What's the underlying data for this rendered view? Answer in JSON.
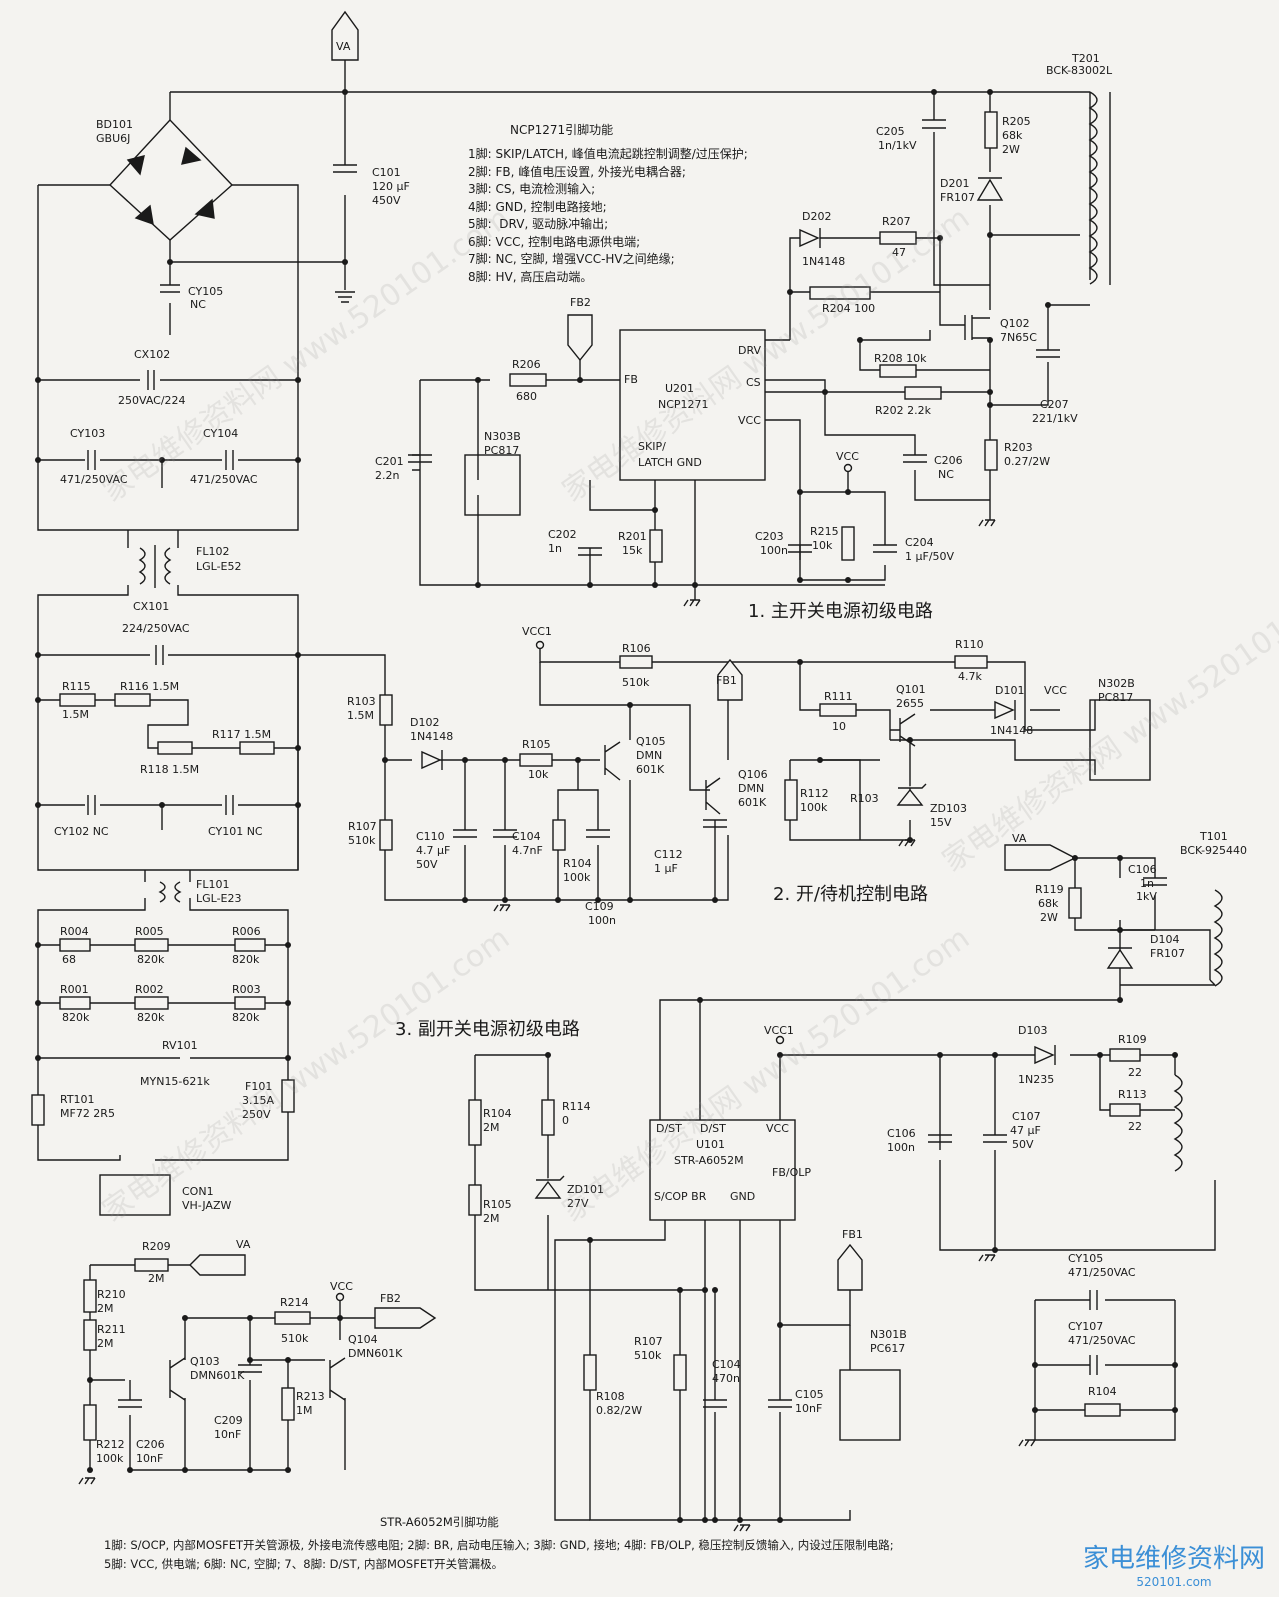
{
  "sections": {
    "s1": "1. 主开关电源初级电路",
    "s2": "2. 开/待机控制电路",
    "s3": "3. 副开关电源初级电路"
  },
  "ncp_title": "NCP1271引脚功能",
  "ncp_pins": [
    "1脚: SKIP/LATCH, 峰值电流起跳控制调整/过压保护;",
    "2脚: FB, 峰值电压设置, 外接光电耦合器;",
    "3脚: CS, 电流检测输入;",
    "4脚: GND, 控制电路接地;",
    "5脚:  DRV, 驱动脉冲输出;",
    "6脚: VCC, 控制电路电源供电端;",
    "7脚: NC, 空脚, 增强VCC-HV之间绝缘;",
    "8脚: HV, 高压启动端。"
  ],
  "str_title": "STR-A6052M引脚功能",
  "str_pins": [
    "1脚: S/OCP, 内部MOSFET开关管源极, 外接电流传感电阻; 2脚: BR, 启动电压输入; 3脚: GND, 接地; 4脚: FB/OLP, 稳压控制反馈输入, 内设过压限制电路;",
    "5脚: VCC, 供电端; 6脚: NC, 空脚; 7、8脚: D/ST, 内部MOSFET开关管漏极。"
  ],
  "watermark": "家电维修资料网 www.520101.com",
  "logo": {
    "text": "家电维修资料网",
    "url": "520101.com"
  },
  "labels": [
    {
      "id": "va-top",
      "t": "VA"
    },
    {
      "id": "t201",
      "t": "T201"
    },
    {
      "id": "t201b",
      "t": "BCK-83002L"
    },
    {
      "id": "bd101",
      "t": "BD101"
    },
    {
      "id": "gbu",
      "t": "GBU6J"
    },
    {
      "id": "c101",
      "t": "C101"
    },
    {
      "id": "c101v",
      "t": "120 μF"
    },
    {
      "id": "c101w",
      "t": "450V"
    },
    {
      "id": "cy105",
      "t": "CY105"
    },
    {
      "id": "cy105n",
      "t": "NC"
    },
    {
      "id": "cx102",
      "t": "CX102"
    },
    {
      "id": "cx102v",
      "t": "250VAC/224"
    },
    {
      "id": "cy103",
      "t": "CY103"
    },
    {
      "id": "cy103v",
      "t": "471/250VAC"
    },
    {
      "id": "cy104",
      "t": "CY104"
    },
    {
      "id": "cy104v",
      "t": "471/250VAC"
    },
    {
      "id": "fl102",
      "t": "FL102"
    },
    {
      "id": "fl102b",
      "t": "LGL-E52"
    },
    {
      "id": "cx101",
      "t": "CX101"
    },
    {
      "id": "cx101v",
      "t": "224/250VAC"
    },
    {
      "id": "r115",
      "t": "R115"
    },
    {
      "id": "r115v",
      "t": "1.5M"
    },
    {
      "id": "r116",
      "t": "R116  1.5M"
    },
    {
      "id": "r117",
      "t": "R117  1.5M"
    },
    {
      "id": "r118",
      "t": "R118  1.5M"
    },
    {
      "id": "cy102",
      "t": "CY102  NC"
    },
    {
      "id": "cy101",
      "t": "CY101  NC"
    },
    {
      "id": "fl101",
      "t": "FL101"
    },
    {
      "id": "fl101b",
      "t": "LGL-E23"
    },
    {
      "id": "r004",
      "t": "R004"
    },
    {
      "id": "r004v",
      "t": "68"
    },
    {
      "id": "r005",
      "t": "R005"
    },
    {
      "id": "r005v",
      "t": "820k"
    },
    {
      "id": "r006",
      "t": "R006"
    },
    {
      "id": "r006v",
      "t": "820k"
    },
    {
      "id": "r001",
      "t": "R001"
    },
    {
      "id": "r001v",
      "t": "820k"
    },
    {
      "id": "r002",
      "t": "R002"
    },
    {
      "id": "r002v",
      "t": "820k"
    },
    {
      "id": "r003",
      "t": "R003"
    },
    {
      "id": "r003v",
      "t": "820k"
    },
    {
      "id": "rv101",
      "t": "RV101"
    },
    {
      "id": "rv101v",
      "t": "MYN15-621k"
    },
    {
      "id": "rt101",
      "t": "RT101"
    },
    {
      "id": "rt101v",
      "t": "MF72 2R5"
    },
    {
      "id": "f101",
      "t": "F101"
    },
    {
      "id": "f101v",
      "t": "3.15A"
    },
    {
      "id": "f101w",
      "t": "250V"
    },
    {
      "id": "con1",
      "t": "CON1"
    },
    {
      "id": "con1v",
      "t": "VH-JAZW"
    },
    {
      "id": "c205",
      "t": "C205"
    },
    {
      "id": "c205v",
      "t": "1n/1kV"
    },
    {
      "id": "r205",
      "t": "R205"
    },
    {
      "id": "r205v",
      "t": "68k"
    },
    {
      "id": "r205w",
      "t": "2W"
    },
    {
      "id": "d201",
      "t": "D201"
    },
    {
      "id": "d201v",
      "t": "FR107"
    },
    {
      "id": "d202",
      "t": "D202"
    },
    {
      "id": "d202v",
      "t": "1N4148"
    },
    {
      "id": "r207",
      "t": "R207"
    },
    {
      "id": "r207v",
      "t": "47"
    },
    {
      "id": "r204",
      "t": "R204  100"
    },
    {
      "id": "q102",
      "t": "Q102"
    },
    {
      "id": "q102v",
      "t": "7N65C"
    },
    {
      "id": "r208",
      "t": "R208  10k"
    },
    {
      "id": "r202",
      "t": "R202  2.2k"
    },
    {
      "id": "c207",
      "t": "C207"
    },
    {
      "id": "c207v",
      "t": "221/1kV"
    },
    {
      "id": "r203",
      "t": "R203"
    },
    {
      "id": "r203v",
      "t": "0.27/2W"
    },
    {
      "id": "c206",
      "t": "C206"
    },
    {
      "id": "c206v",
      "t": "NC"
    },
    {
      "id": "fb2",
      "t": "FB2"
    },
    {
      "id": "r206",
      "t": "R206"
    },
    {
      "id": "r206v",
      "t": "680"
    },
    {
      "id": "c201",
      "t": "C201"
    },
    {
      "id": "c201v",
      "t": "2.2n"
    },
    {
      "id": "n303",
      "t": "N303B"
    },
    {
      "id": "n303v",
      "t": "PC817"
    },
    {
      "id": "u201",
      "t": "U201"
    },
    {
      "id": "u201v",
      "t": "NCP1271"
    },
    {
      "id": "pfb",
      "t": "FB"
    },
    {
      "id": "pdrv",
      "t": "DRV"
    },
    {
      "id": "pcs",
      "t": "CS"
    },
    {
      "id": "pvcc",
      "t": "VCC"
    },
    {
      "id": "pskip",
      "t": "SKIP/"
    },
    {
      "id": "platch",
      "t": "LATCH  GND"
    },
    {
      "id": "c202",
      "t": "C202"
    },
    {
      "id": "c202v",
      "t": "1n"
    },
    {
      "id": "r201",
      "t": "R201"
    },
    {
      "id": "r201v",
      "t": "15k"
    },
    {
      "id": "c203",
      "t": "C203"
    },
    {
      "id": "c203v",
      "t": "100n"
    },
    {
      "id": "r215",
      "t": "R215"
    },
    {
      "id": "r215v",
      "t": "10k"
    },
    {
      "id": "c204",
      "t": "C204"
    },
    {
      "id": "c204v",
      "t": "1 μF/50V"
    },
    {
      "id": "vcc-a",
      "t": "VCC"
    },
    {
      "id": "vcc1a",
      "t": "VCC1"
    },
    {
      "id": "r106",
      "t": "R106"
    },
    {
      "id": "r106v",
      "t": "510k"
    },
    {
      "id": "r110",
      "t": "R110"
    },
    {
      "id": "r110v",
      "t": "4.7k"
    },
    {
      "id": "n302",
      "t": "N302B"
    },
    {
      "id": "n302v",
      "t": "PC817"
    },
    {
      "id": "fb1a",
      "t": "FB1"
    },
    {
      "id": "r111",
      "t": "R111"
    },
    {
      "id": "r111v",
      "t": "10"
    },
    {
      "id": "q101",
      "t": "Q101"
    },
    {
      "id": "q101v",
      "t": "2655"
    },
    {
      "id": "d101",
      "t": "D101"
    },
    {
      "id": "d101v",
      "t": "1N4148"
    },
    {
      "id": "vcc-b",
      "t": "VCC"
    },
    {
      "id": "r103a",
      "t": "R103"
    },
    {
      "id": "r103av",
      "t": "1.5M"
    },
    {
      "id": "d102",
      "t": "D102"
    },
    {
      "id": "d102v",
      "t": "1N4148"
    },
    {
      "id": "r105",
      "t": "R105"
    },
    {
      "id": "r105v",
      "t": "10k"
    },
    {
      "id": "q105",
      "t": "Q105"
    },
    {
      "id": "q105v",
      "t": "DMN"
    },
    {
      "id": "q105w",
      "t": "601K"
    },
    {
      "id": "q106",
      "t": "Q106"
    },
    {
      "id": "q106v",
      "t": "DMN"
    },
    {
      "id": "q106w",
      "t": "601K"
    },
    {
      "id": "r112",
      "t": "R112"
    },
    {
      "id": "r112v",
      "t": "100k"
    },
    {
      "id": "r103b",
      "t": "R103"
    },
    {
      "id": "zd103",
      "t": "ZD103"
    },
    {
      "id": "zd103v",
      "t": "15V"
    },
    {
      "id": "r107a",
      "t": "R107"
    },
    {
      "id": "r107av",
      "t": "510k"
    },
    {
      "id": "c110",
      "t": "C110"
    },
    {
      "id": "c110v",
      "t": "4.7 μF"
    },
    {
      "id": "c110w",
      "t": "50V"
    },
    {
      "id": "c104a",
      "t": "C104"
    },
    {
      "id": "c104av",
      "t": "4.7nF"
    },
    {
      "id": "r104a",
      "t": "R104"
    },
    {
      "id": "r104av",
      "t": "100k"
    },
    {
      "id": "c112",
      "t": "C112"
    },
    {
      "id": "c112v",
      "t": "1 μF"
    },
    {
      "id": "c109",
      "t": "C109"
    },
    {
      "id": "c109v",
      "t": "100n"
    },
    {
      "id": "va-mid",
      "t": "VA"
    },
    {
      "id": "t101",
      "t": "T101"
    },
    {
      "id": "t101v",
      "t": "BCK-925440"
    },
    {
      "id": "c106a",
      "t": "C106"
    },
    {
      "id": "c106av",
      "t": "1n"
    },
    {
      "id": "c106aw",
      "t": "1kV"
    },
    {
      "id": "r119",
      "t": "R119"
    },
    {
      "id": "r119v",
      "t": "68k"
    },
    {
      "id": "r119w",
      "t": "2W"
    },
    {
      "id": "d104",
      "t": "D104"
    },
    {
      "id": "d104v",
      "t": "FR107"
    },
    {
      "id": "vcc1b",
      "t": "VCC1"
    },
    {
      "id": "d103",
      "t": "D103"
    },
    {
      "id": "d103v",
      "t": "1N235"
    },
    {
      "id": "r109",
      "t": "R109"
    },
    {
      "id": "r109v",
      "t": "22"
    },
    {
      "id": "r113",
      "t": "R113"
    },
    {
      "id": "r113v",
      "t": "22"
    },
    {
      "id": "c106b",
      "t": "C106"
    },
    {
      "id": "c106bv",
      "t": "100n"
    },
    {
      "id": "c107",
      "t": "C107"
    },
    {
      "id": "c107v",
      "t": "47 μF"
    },
    {
      "id": "c107w",
      "t": "50V"
    },
    {
      "id": "r104b",
      "t": "R104"
    },
    {
      "id": "r104bv",
      "t": "2M"
    },
    {
      "id": "r114",
      "t": "R114"
    },
    {
      "id": "r114v",
      "t": "0"
    },
    {
      "id": "zd101",
      "t": "ZD101"
    },
    {
      "id": "zd101v",
      "t": "27V"
    },
    {
      "id": "r105b",
      "t": "R105"
    },
    {
      "id": "r105bv",
      "t": "2M"
    },
    {
      "id": "u101",
      "t": "U101"
    },
    {
      "id": "u101v",
      "t": "STR-A6052M"
    },
    {
      "id": "dst1",
      "t": "D/ST"
    },
    {
      "id": "dst2",
      "t": "D/ST"
    },
    {
      "id": "uvcc",
      "t": "VCC"
    },
    {
      "id": "scop",
      "t": "S/COP  BR"
    },
    {
      "id": "ugnd",
      "t": "GND"
    },
    {
      "id": "fbolp",
      "t": "FB/OLP"
    },
    {
      "id": "fb1b",
      "t": "FB1"
    },
    {
      "id": "n301",
      "t": "N301B"
    },
    {
      "id": "n301v",
      "t": "PC617"
    },
    {
      "id": "r107b",
      "t": "R107"
    },
    {
      "id": "r107bv",
      "t": "510k"
    },
    {
      "id": "r108",
      "t": "R108"
    },
    {
      "id": "r108v",
      "t": "0.82/2W"
    },
    {
      "id": "c104b",
      "t": "C104"
    },
    {
      "id": "c104bv",
      "t": "470n"
    },
    {
      "id": "c105",
      "t": "C105"
    },
    {
      "id": "c105v",
      "t": "10nF"
    },
    {
      "id": "cy105b",
      "t": "CY105"
    },
    {
      "id": "cy105bv",
      "t": "471/250VAC"
    },
    {
      "id": "cy107",
      "t": "CY107"
    },
    {
      "id": "cy107v",
      "t": "471/250VAC"
    },
    {
      "id": "r104c",
      "t": "R104"
    },
    {
      "id": "va-bot",
      "t": "VA"
    },
    {
      "id": "r209",
      "t": "R209"
    },
    {
      "id": "r209v",
      "t": "2M"
    },
    {
      "id": "r210",
      "t": "R210"
    },
    {
      "id": "r210v",
      "t": "2M"
    },
    {
      "id": "r211",
      "t": "R211"
    },
    {
      "id": "r211v",
      "t": "2M"
    },
    {
      "id": "r214",
      "t": "R214"
    },
    {
      "id": "r214v",
      "t": "510k"
    },
    {
      "id": "vcc-c",
      "t": "VCC"
    },
    {
      "id": "fb2b",
      "t": "FB2"
    },
    {
      "id": "q103",
      "t": "Q103"
    },
    {
      "id": "q103v",
      "t": "DMN601K"
    },
    {
      "id": "q104",
      "t": "Q104"
    },
    {
      "id": "q104v",
      "t": "DMN601K"
    },
    {
      "id": "r212",
      "t": "R212"
    },
    {
      "id": "r212v",
      "t": "100k"
    },
    {
      "id": "c206b",
      "t": "C206"
    },
    {
      "id": "c206bv",
      "t": "10nF"
    },
    {
      "id": "c209",
      "t": "C209"
    },
    {
      "id": "c209v",
      "t": "10nF"
    },
    {
      "id": "r213",
      "t": "R213"
    },
    {
      "id": "r213v",
      "t": "1M"
    }
  ]
}
